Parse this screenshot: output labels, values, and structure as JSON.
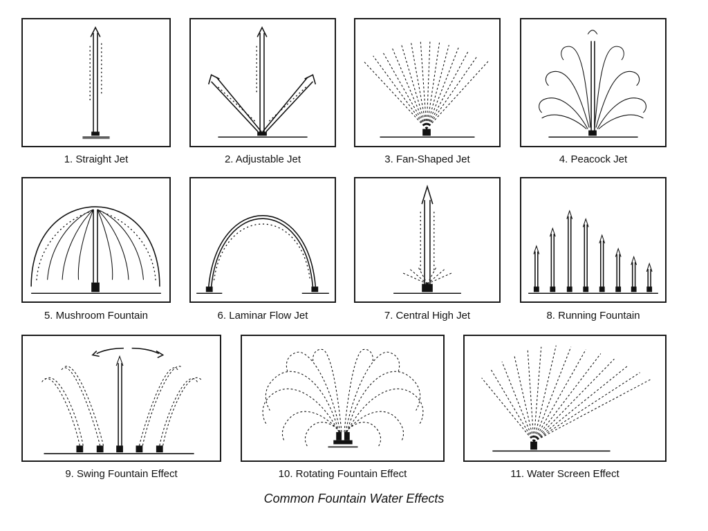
{
  "figure_title": "Common Fountain Water Effects",
  "panels": [
    {
      "caption": "1. Straight Jet",
      "icon": "straight-jet"
    },
    {
      "caption": "2. Adjustable Jet",
      "icon": "adjustable-jet"
    },
    {
      "caption": "3. Fan-Shaped Jet",
      "icon": "fan-shaped-jet"
    },
    {
      "caption": "4. Peacock Jet",
      "icon": "peacock-jet"
    },
    {
      "caption": "5. Mushroom Fountain",
      "icon": "mushroom-fountain"
    },
    {
      "caption": "6. Laminar Flow Jet",
      "icon": "laminar-flow-jet"
    },
    {
      "caption": "7. Central High Jet",
      "icon": "central-high-jet"
    },
    {
      "caption": "8. Running Fountain",
      "icon": "running-fountain"
    },
    {
      "caption": "9. Swing Fountain Effect",
      "icon": "swing-fountain"
    },
    {
      "caption": "10. Rotating Fountain Effect",
      "icon": "rotating-fountain"
    },
    {
      "caption": "11. Water Screen Effect",
      "icon": "water-screen"
    }
  ]
}
